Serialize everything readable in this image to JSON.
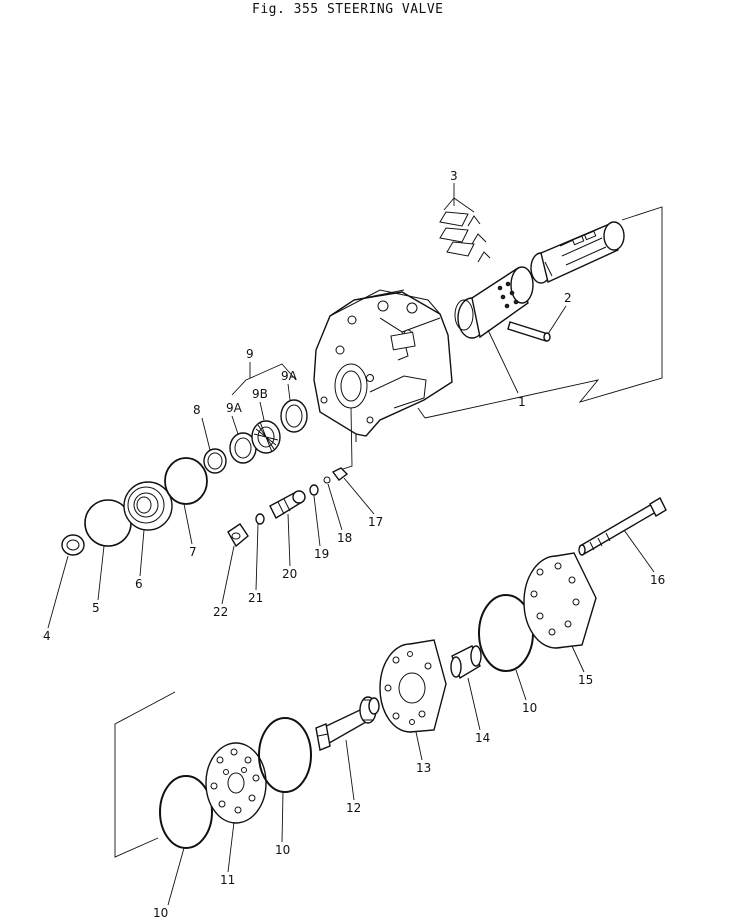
{
  "figure": {
    "title": "Fig. 355   STEERING VALVE"
  },
  "callouts": [
    {
      "id": "c1",
      "text": "1"
    },
    {
      "id": "c2",
      "text": "2"
    },
    {
      "id": "c3",
      "text": "3"
    },
    {
      "id": "c4",
      "text": "4"
    },
    {
      "id": "c5",
      "text": "5"
    },
    {
      "id": "c6",
      "text": "6"
    },
    {
      "id": "c7",
      "text": "7"
    },
    {
      "id": "c8",
      "text": "8"
    },
    {
      "id": "c9",
      "text": "9"
    },
    {
      "id": "c9a1",
      "text": "9A"
    },
    {
      "id": "c9b",
      "text": "9B"
    },
    {
      "id": "c9a2",
      "text": "9A"
    },
    {
      "id": "c10a",
      "text": "10"
    },
    {
      "id": "c10b",
      "text": "10"
    },
    {
      "id": "c10c",
      "text": "10"
    },
    {
      "id": "c11",
      "text": "11"
    },
    {
      "id": "c12",
      "text": "12"
    },
    {
      "id": "c13",
      "text": "13"
    },
    {
      "id": "c14",
      "text": "14"
    },
    {
      "id": "c15",
      "text": "15"
    },
    {
      "id": "c16",
      "text": "16"
    },
    {
      "id": "c17",
      "text": "17"
    },
    {
      "id": "c18",
      "text": "18"
    },
    {
      "id": "c19",
      "text": "19"
    },
    {
      "id": "c20",
      "text": "20"
    },
    {
      "id": "c21",
      "text": "21"
    },
    {
      "id": "c22",
      "text": "22"
    }
  ]
}
